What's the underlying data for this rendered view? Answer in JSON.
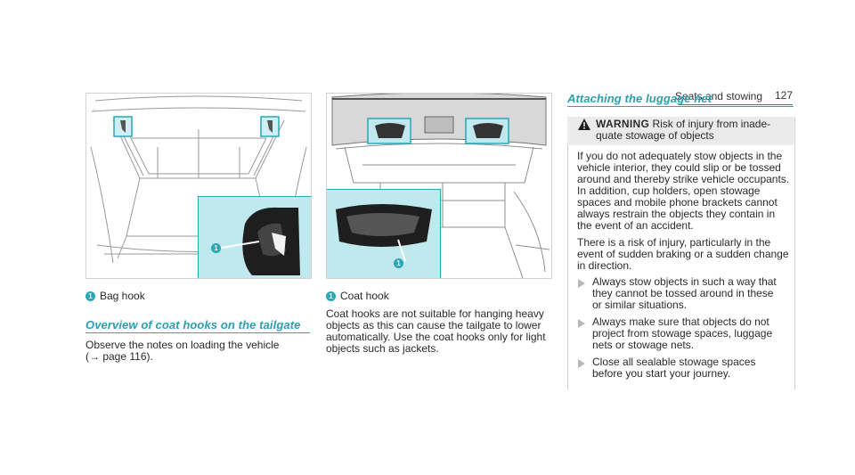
{
  "header": {
    "section": "Seats and stowing",
    "page_number": "127"
  },
  "figure_left": {
    "callout_number": "1",
    "caption": "Bag hook"
  },
  "figure_right": {
    "callout_number": "1",
    "caption": "Coat hook"
  },
  "overview": {
    "title": "Overview of coat hooks on the tailgate",
    "body_line1": "Observe the notes on loading the vehicle",
    "body_line2": "(→ page 116)."
  },
  "coat_hook_text": {
    "lines": [
      "Coat hooks are not suitable for hanging heavy",
      "objects as this can cause the tailgate to lower",
      "automatically. Use the coat hooks only for light",
      "objects such as jackets."
    ]
  },
  "luggage_net": {
    "title": "Attaching the luggage net"
  },
  "warning": {
    "label": "WARNING",
    "title_rest": " Risk of injury from inade-",
    "title_line2": "quate stowage of objects",
    "para1": [
      "If you do not adequately stow objects in the",
      "vehicle interior, they could slip or be tossed",
      "around and thereby strike vehicle occupants.",
      "In addition, cup holders, open stowage",
      "spaces and mobile phone brackets cannot",
      "always restrain the objects they contain in",
      "the event of an accident."
    ],
    "para2": [
      "There is a risk of injury, particularly in the",
      "event of sudden braking or a sudden change",
      "in direction."
    ],
    "bullets": [
      [
        "Always stow objects in such a way that",
        "they cannot be tossed around in these",
        "or similar situations."
      ],
      [
        "Always make sure that objects do not",
        "project from stowage spaces, luggage",
        "nets or stowage nets."
      ],
      [
        "Close all sealable stowage spaces",
        "before you start your journey."
      ]
    ]
  },
  "colors": {
    "accent": "#2aa6b6",
    "highlight_fill": "#bfe9ee",
    "warning_bg": "#ebebeb"
  }
}
